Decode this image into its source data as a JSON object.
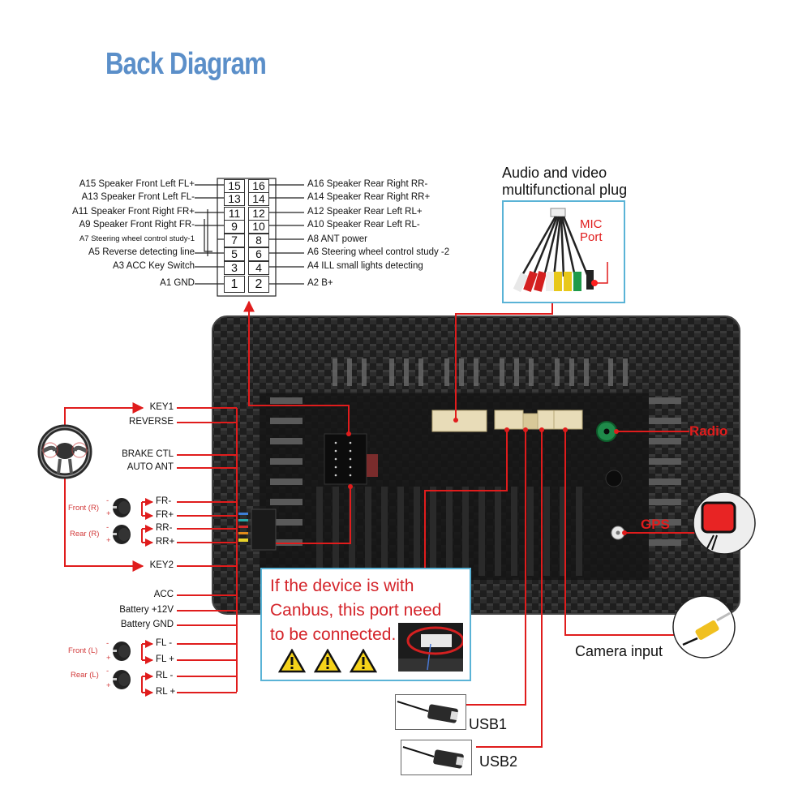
{
  "title": "Back Diagram",
  "harness_pins": {
    "left": [
      {
        "pin": "15",
        "label": "A15  Speaker Front Left FL+"
      },
      {
        "pin": "13",
        "label": "A13  Speaker Front Left FL-"
      },
      {
        "pin": "11",
        "label": "A11  Speaker Front Right FR+"
      },
      {
        "pin": "9",
        "label": "A9    Speaker Front Right FR-"
      },
      {
        "pin": "7",
        "label": "A7    Steering wheel control study-1"
      },
      {
        "pin": "5",
        "label": "A5   Reverse detecting line"
      },
      {
        "pin": "3",
        "label": "A3 ACC Key Switch"
      },
      {
        "pin": "1",
        "label": "A1 GND"
      }
    ],
    "right": [
      {
        "pin": "16",
        "label": "A16 Speaker Rear Right RR-"
      },
      {
        "pin": "14",
        "label": "A14 Speaker Rear Right RR+"
      },
      {
        "pin": "12",
        "label": "A12 Speaker Rear Left RL+"
      },
      {
        "pin": "10",
        "label": "A10 Speaker Rear Left RL-"
      },
      {
        "pin": "8",
        "label": "A8   ANT power"
      },
      {
        "pin": "6",
        "label": "A6   Steering wheel control study -2"
      },
      {
        "pin": "4",
        "label": "A4   ILL small lights detecting"
      },
      {
        "pin": "2",
        "label": "A2   B+"
      }
    ]
  },
  "av_plug": {
    "title": "Audio and video\nmultifunctional plug",
    "mic_label": "MIC\nPort"
  },
  "left_wires": {
    "labels": [
      "KEY1",
      "REVERSE",
      "BRAKE CTL",
      "AUTO ANT",
      "FR-",
      "FR+",
      "RR-",
      "RR+",
      "KEY2",
      "ACC",
      "Battery +12V",
      "Battery GND",
      "FL -",
      "FL +",
      "RL -",
      "RL +"
    ],
    "speakers": [
      {
        "name": "Front (R)"
      },
      {
        "name": "Rear (R)"
      },
      {
        "name": "Front (L)"
      },
      {
        "name": "Rear (L)"
      }
    ],
    "minus": "-",
    "plus": "+"
  },
  "canbus_note": "If the device is with\nCanbus, this port need\nto be connected.",
  "ports": {
    "radio": "Radio",
    "gps": "GPS",
    "camera": "Camera input",
    "usb1": "USB1",
    "usb2": "USB2"
  },
  "colors": {
    "wire": "#e01c1c",
    "title": "#5b8fc9",
    "box_border": "#5ab3d6",
    "warning": "#f5d21a"
  }
}
